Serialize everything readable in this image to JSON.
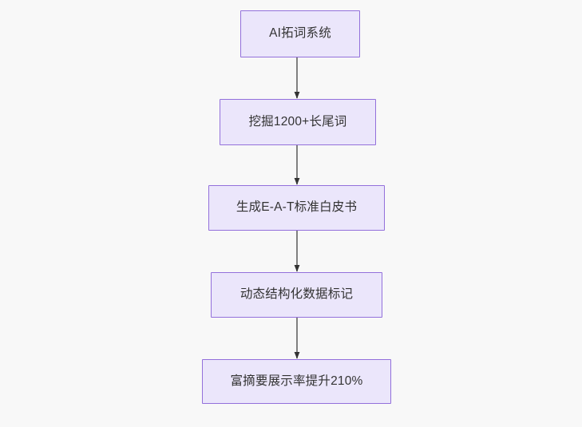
{
  "diagram": {
    "type": "flowchart",
    "direction": "top-to-bottom",
    "background_color": "#f8f8f8",
    "node_fill_color": "#ebe6fb",
    "node_border_color": "#9370DB",
    "node_text_color": "#333333",
    "edge_color": "#6b6b6b",
    "nodes": [
      {
        "id": "n0",
        "label": "AI拓词系统"
      },
      {
        "id": "n1",
        "label": "挖掘1200+长尾词"
      },
      {
        "id": "n2",
        "label": "生成E-A-T标准白皮书"
      },
      {
        "id": "n3",
        "label": "动态结构化数据标记"
      },
      {
        "id": "n4",
        "label": "富摘要展示率提升210%"
      }
    ],
    "edges": [
      {
        "from": "n0",
        "to": "n1",
        "label": "",
        "arrow": "arrow-down-icon"
      },
      {
        "from": "n1",
        "to": "n2",
        "label": "",
        "arrow": "arrow-down-icon"
      },
      {
        "from": "n2",
        "to": "n3",
        "label": "",
        "arrow": "arrow-down-icon"
      },
      {
        "from": "n3",
        "to": "n4",
        "label": "",
        "arrow": "arrow-down-icon"
      }
    ]
  }
}
